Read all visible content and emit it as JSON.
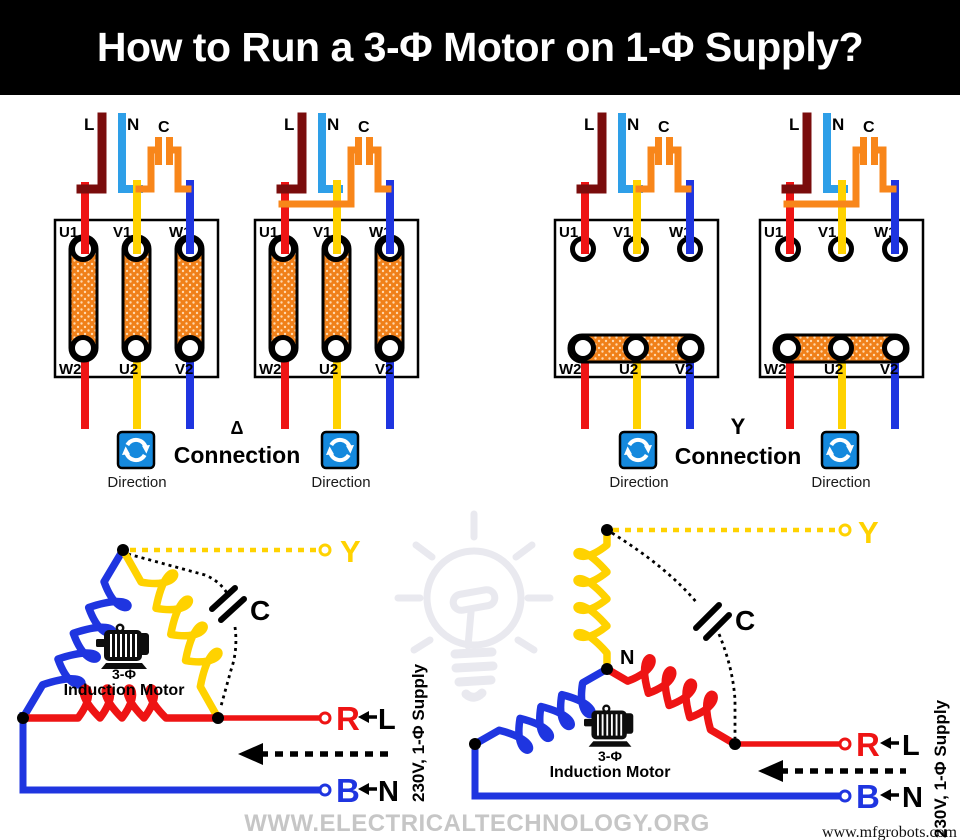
{
  "title": "How to Run a 3-Φ Motor on 1-Φ Supply?",
  "terminal_box": {
    "line": "L",
    "neutral": "N",
    "capacitor": "C",
    "top_terminals": [
      "U1",
      "V1",
      "W1"
    ],
    "bottom_terminals": [
      "W2",
      "U2",
      "V2"
    ]
  },
  "delta_section": {
    "symbol": "Δ",
    "connection": "Connection",
    "direction": "Direction"
  },
  "star_section": {
    "symbol": "Y",
    "connection": "Connection",
    "direction": "Direction"
  },
  "schematic": {
    "y_label": "Y",
    "c_label": "C",
    "r_label": "R",
    "l_label": "L",
    "b_label": "B",
    "n_label": "N",
    "star_point": "N",
    "motor_type": "3-Φ",
    "motor_name": "Induction Motor",
    "supply": "230V, 1-Φ Supply"
  },
  "watermark": "WWW.ELECTRICALTECHNOLOGY.ORG",
  "credit": "www.mfgrobots.com",
  "colors": {
    "maroon": "#7a0c0c",
    "red": "#ee1414",
    "light_blue": "#2e9fe8",
    "yellow": "#ffd200",
    "orange": "#f8861a",
    "blue": "#1f35e0",
    "icon_blue": "#1589dd",
    "watermark_gray": "#c6c6c6"
  }
}
